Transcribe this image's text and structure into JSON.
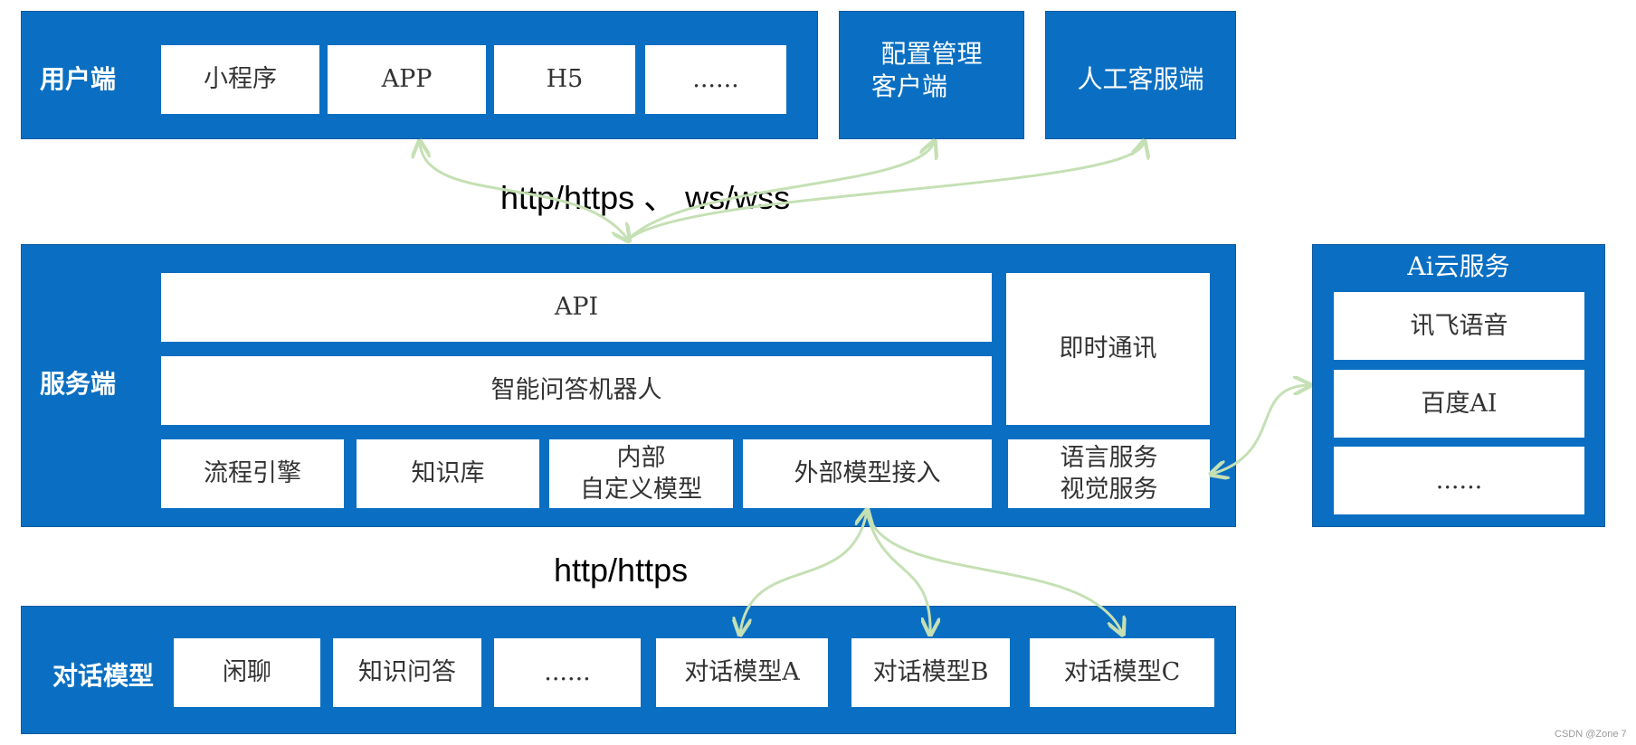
{
  "colors": {
    "panel": "#0a6fc2",
    "cell": "#ffffff",
    "arrow": "#c5e0b4"
  },
  "client": {
    "label": "用户端",
    "items": [
      "小程序",
      "APP",
      "H5",
      "......"
    ]
  },
  "config_client": {
    "line1": "配置管理",
    "line2": "客户端"
  },
  "human_service": {
    "label": "人工客服端"
  },
  "protocol_top": "http/https 、 ws/wss",
  "server": {
    "label": "服务端",
    "api": "API",
    "bot": "智能问答机器人",
    "im": "即时通讯",
    "modules": {
      "flow": "流程引擎",
      "kb": "知识库",
      "internal_line1": "内部",
      "internal_line2": "自定义模型",
      "external": "外部模型接入",
      "lang_line1": "语言服务",
      "lang_line2": "视觉服务"
    }
  },
  "cloud": {
    "title": "Ai云服务",
    "items": [
      "讯飞语音",
      "百度AI",
      "......"
    ]
  },
  "protocol_bottom": "http/https",
  "dialog": {
    "label": "对话模型",
    "items": [
      "闲聊",
      "知识问答",
      "......",
      "对话模型A",
      "对话模型B",
      "对话模型C"
    ]
  },
  "credit": "CSDN @Zone 7"
}
